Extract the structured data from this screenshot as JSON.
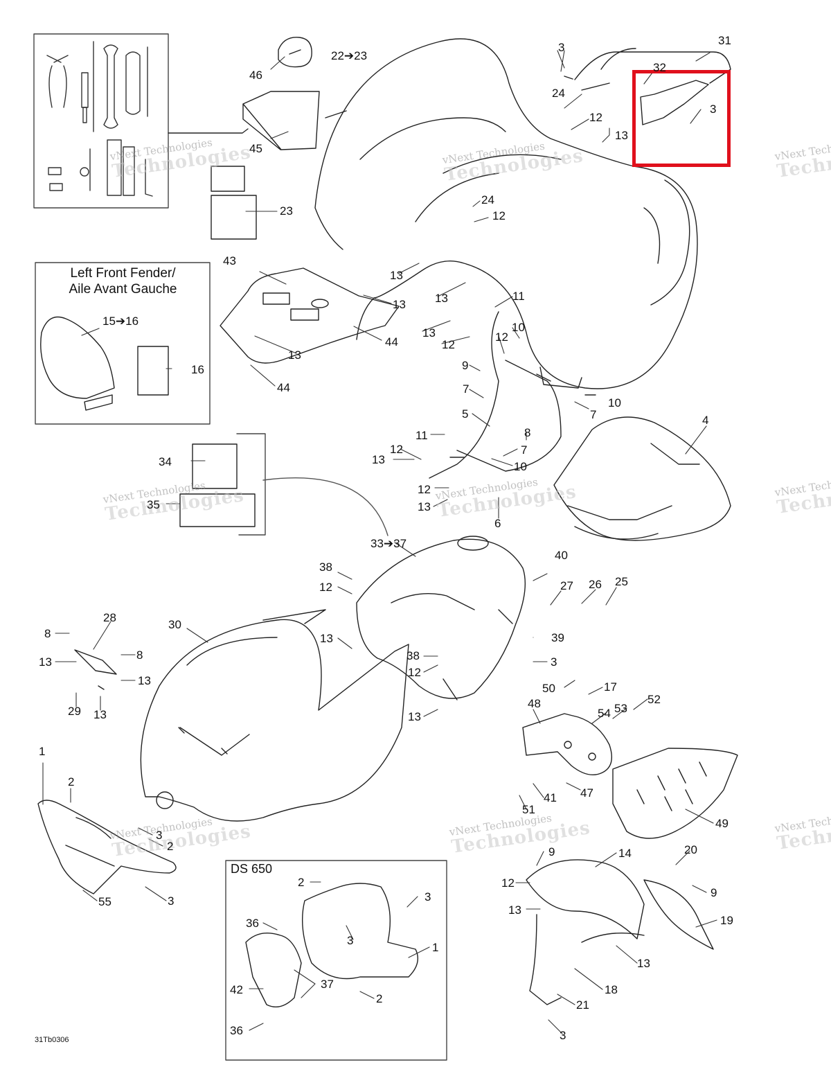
{
  "diagram_code": "31Tb0306",
  "callouts": {
    "c31": "31",
    "c3a": "3",
    "c32": "32",
    "c3b": "3",
    "c24a": "24",
    "c12a": "12",
    "c13a": "13",
    "c46": "46",
    "c22": "22➔23",
    "c45": "45",
    "c23": "23",
    "c24b": "24",
    "c12b": "12",
    "c43": "43",
    "c13b": "13",
    "c13c": "13",
    "c13d": "13",
    "c44a": "44",
    "c13e": "13",
    "c44b": "44",
    "c11a": "11",
    "c13f": "13",
    "c12c": "12",
    "c10a": "10",
    "c12d": "12",
    "c9a": "9",
    "c7a": "7",
    "c10b": "10",
    "c7b": "7",
    "c5": "5",
    "c8a": "8",
    "c11b": "11",
    "c12e": "12",
    "c7c": "7",
    "c13g": "13",
    "c10c": "10",
    "c12f": "12",
    "c13h": "13",
    "c6": "6",
    "c4": "4",
    "c34": "34",
    "c35": "35",
    "c33": "33➔37",
    "c38a": "38",
    "c12g": "12",
    "c40": "40",
    "c27": "27",
    "c26": "26",
    "c25": "25",
    "c28": "28",
    "c30": "30",
    "c8b": "8",
    "c13i": "13",
    "c8c": "8",
    "c13j": "13",
    "c29": "29",
    "c13k": "13",
    "c13l": "13",
    "c39": "39",
    "c3c": "3",
    "c38b": "38",
    "c12h": "12",
    "c13m": "13",
    "c50": "50",
    "c17": "17",
    "c48": "48",
    "c52": "52",
    "c53": "53",
    "c54": "54",
    "c1a": "1",
    "c2a": "2",
    "c3d": "3",
    "c2b": "2",
    "c55": "55",
    "c3e": "3",
    "c41": "41",
    "c47": "47",
    "c51": "51",
    "c49": "49",
    "c9b": "9",
    "c14": "14",
    "c20": "20",
    "c12i": "12",
    "c9c": "9",
    "c13n": "13",
    "c19": "19",
    "c13o": "13",
    "c18": "18",
    "c21": "21",
    "c3f": "3",
    "c15": "15➔16",
    "c16": "16",
    "c2c": "2",
    "c3g": "3",
    "c36a": "36",
    "c3h": "3",
    "c1b": "1",
    "c37": "37",
    "c42": "42",
    "c2d": "2",
    "c36b": "36"
  },
  "boxes": {
    "fender_title": "Left Front Fender/\nAile Avant Gauche",
    "ds650_title": "DS 650"
  },
  "watermark": {
    "line1": "vNext Technologies",
    "line2": "Technologies"
  },
  "colors": {
    "highlight": "#e0101c",
    "line": "#222222"
  }
}
